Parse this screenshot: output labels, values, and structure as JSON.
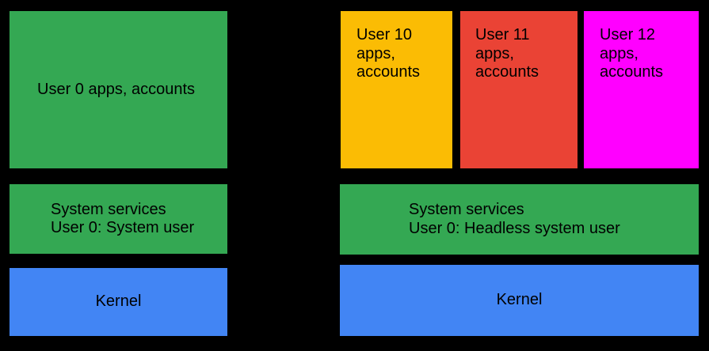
{
  "colors": {
    "background": "#000000",
    "green": "#34A853",
    "yellow": "#FBBC04",
    "red": "#EA4335",
    "magenta": "#FF00FF",
    "blue": "#4285F4",
    "text": "#000000"
  },
  "left_stack": {
    "user_apps_label": "User 0 apps, accounts",
    "system_services": {
      "line1": "System services",
      "line2": "User 0: System user"
    },
    "kernel_label": "Kernel"
  },
  "right_stack": {
    "users": [
      {
        "line1": "User 10",
        "line2": "apps,",
        "line3": "accounts",
        "color": "#FBBC04"
      },
      {
        "line1": "User 11",
        "line2": "apps,",
        "line3": "accounts",
        "color": "#EA4335"
      },
      {
        "line1": "User 12",
        "line2": "apps,",
        "line3": "accounts",
        "color": "#FF00FF"
      }
    ],
    "system_services": {
      "line1": "System services",
      "line2": "User 0: Headless system user"
    },
    "kernel_label": "Kernel"
  }
}
